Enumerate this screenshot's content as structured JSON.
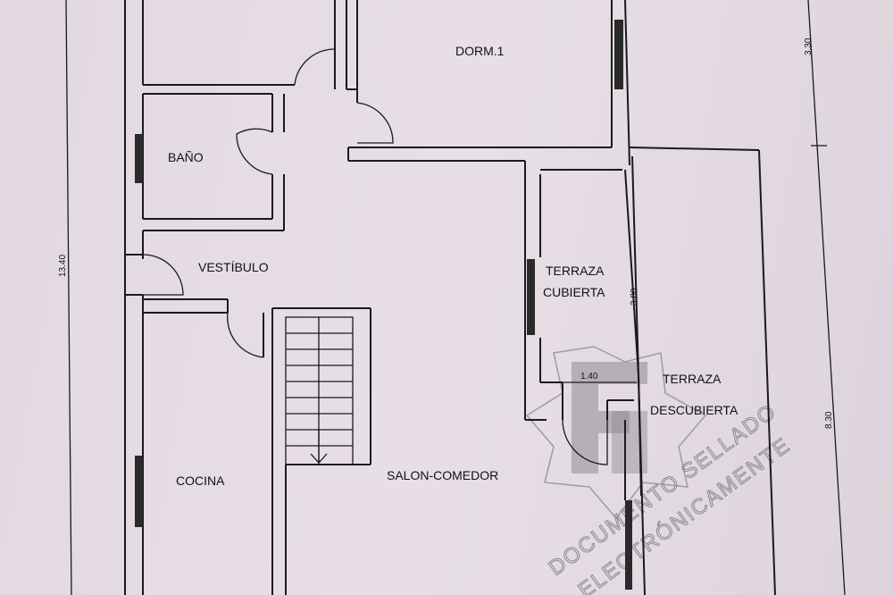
{
  "rooms": {
    "dorm1": "DORM.1",
    "bano": "BAÑO",
    "vestibulo": "VESTÍBULO",
    "terraza_cubierta_1": "TERRAZA",
    "terraza_cubierta_2": "CUBIERTA",
    "terraza_descubierta_1": "TERRAZA",
    "terraza_descubierta_2": "DESCUBIERTA",
    "cocina": "COCINA",
    "salon_comedor": "SALON-COMEDOR"
  },
  "dimensions": {
    "left_total": "13.40",
    "right_top": "3.30",
    "right_bottom": "8.30",
    "terraza_height": "3.80",
    "terraza_width": "1.40"
  },
  "stamp": {
    "line1": "DOCUMENTO SELLADO",
    "line2": "ELECTRÓNICAMENTE"
  }
}
